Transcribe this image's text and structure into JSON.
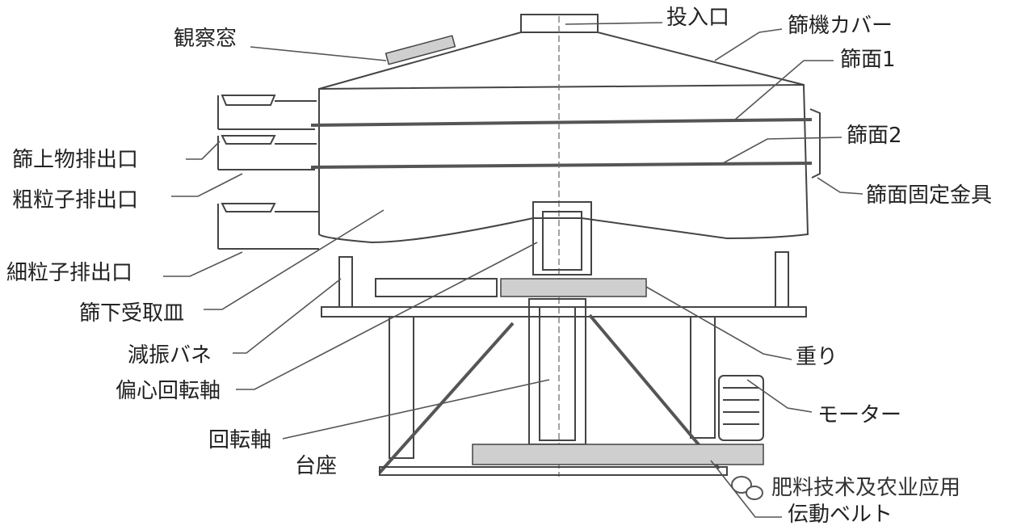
{
  "labels": {
    "observation_window": "観察窓",
    "inlet": "投入口",
    "cover": "篩機カバー",
    "screen1": "篩面1",
    "screen2": "篩面2",
    "screen_clamp": "篩面固定金具",
    "oversize_outlet": "篩上物排出口",
    "coarse_outlet": "粗粒子排出口",
    "fine_outlet": "細粒子排出口",
    "bottom_tray": "篩下受取皿",
    "damping_spring": "減振バネ",
    "eccentric_shaft": "偏心回転軸",
    "rotating_shaft": "回転軸",
    "base": "台座",
    "weight": "重り",
    "motor": "モーター",
    "belt": "伝動ベルト"
  },
  "watermark": "肥料技术及农业应用"
}
